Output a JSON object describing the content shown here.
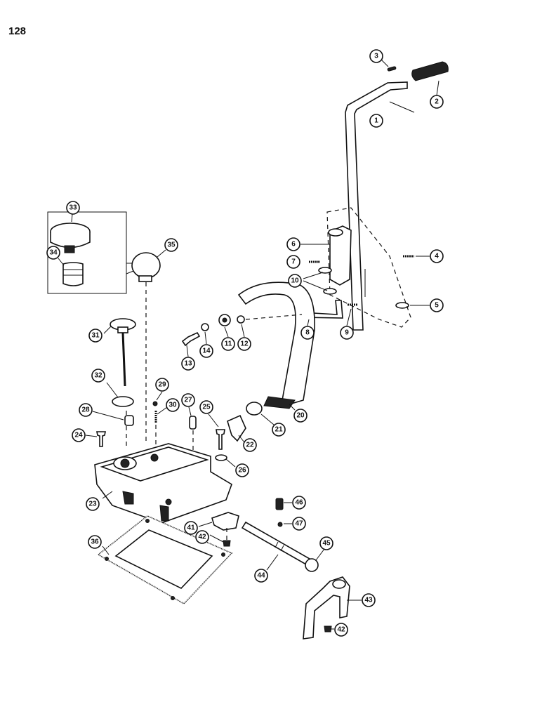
{
  "page": {
    "number": "128"
  },
  "colors": {
    "ink": "#111111",
    "paper": "#ffffff",
    "shade": "#222222"
  },
  "callouts": [
    {
      "id": "c1",
      "label": "1"
    },
    {
      "id": "c2",
      "label": "2"
    },
    {
      "id": "c3",
      "label": "3"
    },
    {
      "id": "c4",
      "label": "4"
    },
    {
      "id": "c5",
      "label": "5"
    },
    {
      "id": "c6",
      "label": "6"
    },
    {
      "id": "c7",
      "label": "7"
    },
    {
      "id": "c8",
      "label": "8"
    },
    {
      "id": "c9",
      "label": "9"
    },
    {
      "id": "c10",
      "label": "10"
    },
    {
      "id": "c11",
      "label": "11"
    },
    {
      "id": "c12",
      "label": "12"
    },
    {
      "id": "c13",
      "label": "13"
    },
    {
      "id": "c14",
      "label": "14"
    },
    {
      "id": "c20",
      "label": "20"
    },
    {
      "id": "c21",
      "label": "21"
    },
    {
      "id": "c22",
      "label": "22"
    },
    {
      "id": "c23",
      "label": "23"
    },
    {
      "id": "c24",
      "label": "24"
    },
    {
      "id": "c25",
      "label": "25"
    },
    {
      "id": "c26",
      "label": "26"
    },
    {
      "id": "c27",
      "label": "27"
    },
    {
      "id": "c28",
      "label": "28"
    },
    {
      "id": "c29",
      "label": "29"
    },
    {
      "id": "c30",
      "label": "30"
    },
    {
      "id": "c31",
      "label": "31"
    },
    {
      "id": "c32",
      "label": "32"
    },
    {
      "id": "c33",
      "label": "33"
    },
    {
      "id": "c34",
      "label": "34"
    },
    {
      "id": "c35",
      "label": "35"
    },
    {
      "id": "c36",
      "label": "36"
    },
    {
      "id": "c41",
      "label": "41"
    },
    {
      "id": "c42a",
      "label": "42"
    },
    {
      "id": "c42b",
      "label": "42"
    },
    {
      "id": "c43",
      "label": "43"
    },
    {
      "id": "c44",
      "label": "44"
    },
    {
      "id": "c45",
      "label": "45"
    },
    {
      "id": "c46",
      "label": "46"
    },
    {
      "id": "c47",
      "label": "47"
    }
  ]
}
